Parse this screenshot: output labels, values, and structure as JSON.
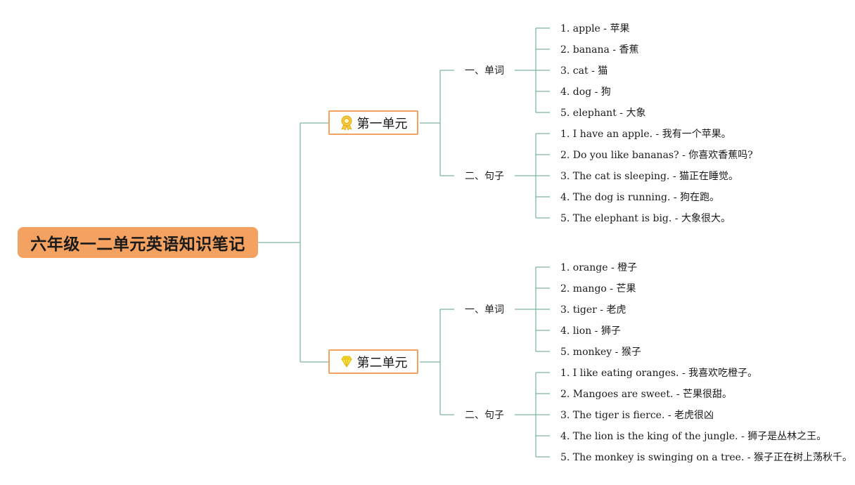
{
  "title": "六年级一二单元英语知识笔记",
  "units": [
    {
      "label": "第一单元",
      "icon": "ribbon-award-icon",
      "sections": [
        {
          "label": "一、单词",
          "items": [
            "1. apple - 苹果",
            "2. banana - 香蕉",
            "3. cat - 猫",
            "4. dog - 狗",
            "5. elephant - 大象"
          ]
        },
        {
          "label": "二、句子",
          "items": [
            "1. I have an apple. - 我有一个苹果。",
            "2. Do you like bananas? - 你喜欢香蕉吗?",
            "3. The cat is sleeping. - 猫正在睡觉。",
            "4. The dog is running. - 狗在跑。",
            "5. The elephant is big. - 大象很大。"
          ]
        }
      ]
    },
    {
      "label": "第二单元",
      "icon": "diamond-icon",
      "sections": [
        {
          "label": "一、单词",
          "items": [
            "1. orange - 橙子",
            "2. mango - 芒果",
            "3. tiger - 老虎",
            "4. lion - 狮子",
            "5. monkey - 猴子"
          ]
        },
        {
          "label": "二、句子",
          "items": [
            "1. I like eating oranges. - 我喜欢吃橙子。",
            "2. Mangoes are sweet. - 芒果很甜。",
            "3. The tiger is fierce. - 老虎很凶",
            "4. The lion is the king of the jungle. - 狮子是丛林之王。",
            "5. The monkey is swinging on a tree. - 猴子正在树上荡秋千。"
          ]
        }
      ]
    }
  ],
  "colors": {
    "accent": "#f4a261",
    "connector": "#7fb5a8",
    "text": "#1a1a1a"
  }
}
